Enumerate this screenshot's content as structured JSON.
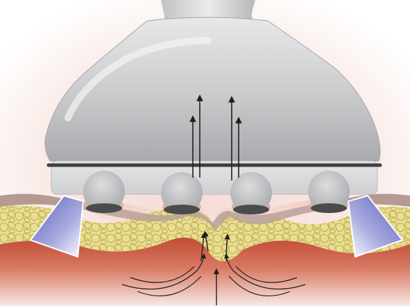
{
  "diagram": {
    "labels": [],
    "colors": {
      "background": "#ffffff",
      "skin_glow": "#f6d9d3",
      "dermis": "#efc2bb",
      "skin_band": "#b49a92",
      "fat": "#e9df8f",
      "fat_cells": "#b9a857",
      "muscle": "#d2644c",
      "applicator_body": "#c9cacc",
      "applicator_dark": "#4b4b4b",
      "plate": "#dadbdc",
      "roller": "#b7b8ba",
      "light_window": "#6e72c2",
      "arrow": "#1e1e1e"
    },
    "icons": [
      "applicator-device",
      "vacuum-suction-arrows",
      "light-emitter-windows",
      "tissue-layers"
    ]
  }
}
